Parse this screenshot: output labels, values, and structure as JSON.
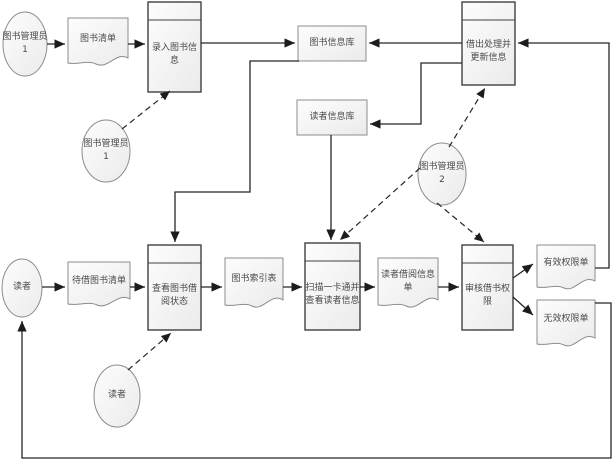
{
  "diagram": {
    "actors": {
      "librarian1_top": "图书管理员\n1",
      "librarian1_mid": "图书管理员\n1",
      "librarian2": "图书管理员\n2",
      "reader_left": "读者",
      "reader_bottom": "读者"
    },
    "processes": {
      "enter_book_info": "录入图书信息",
      "checkout_and_update": "借出处理并更新信息",
      "check_borrow_status": "查看图书借阅状态",
      "scan_card_view_reader": "扫描一卡通并查看读者信息",
      "review_borrow_permission": "审核借书权限"
    },
    "datastores": {
      "book_info_db": "图书信息库",
      "reader_info_db": "读者信息库"
    },
    "documents": {
      "book_list": "图书清单",
      "pending_borrow_list": "待借图书清单",
      "book_index_table": "图书索引表",
      "reader_borrow_info": "读者借阅信息单",
      "valid_permission": "有效权限单",
      "invalid_permission": "无效权限单"
    },
    "colors": {
      "background": "#ffffff",
      "shape_fill_light": "#fcfcfc",
      "shape_fill_dark": "#ebebeb",
      "shape_border": "#8c8c8c",
      "process_border": "#404040",
      "connector": "#262626",
      "text": "#4a4a4a"
    }
  }
}
